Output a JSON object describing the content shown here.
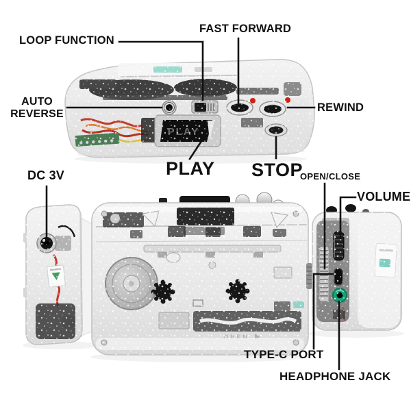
{
  "figure": {
    "title": "transparent cassette player parts diagram",
    "background": "#ffffff",
    "callouts": {
      "loop_function": "LOOP FUNCTION",
      "fast_forward": "FAST FORWARD",
      "auto_reverse": "AUTO REVERSE",
      "rewind": "REWIND",
      "play": "PLAY",
      "stop": "STOP",
      "dc_3v": "DC 3V",
      "open_close": "OPEN/CLOSE",
      "volume": "VOLUME",
      "type_c_port": "TYPE-C PORT",
      "headphone_jack": "HEADPHONE JACK"
    },
    "device_markings": {
      "play_button": "PLAY",
      "open_latch": "OPEN"
    },
    "colors": {
      "label_text": "#111111",
      "callout_line": "#111111",
      "body_shell": "#ebebeb",
      "internal_dark": "#1e1e1e",
      "wire_red": "#c03a2b",
      "wire_orange": "#d97c2b",
      "wire_yellow": "#d8c23a",
      "pcb_green": "#4a7d55",
      "indicator_red": "#cc2211",
      "headphone_jack_green": "#12a57a",
      "label_teal": "#7ecfc0"
    }
  }
}
